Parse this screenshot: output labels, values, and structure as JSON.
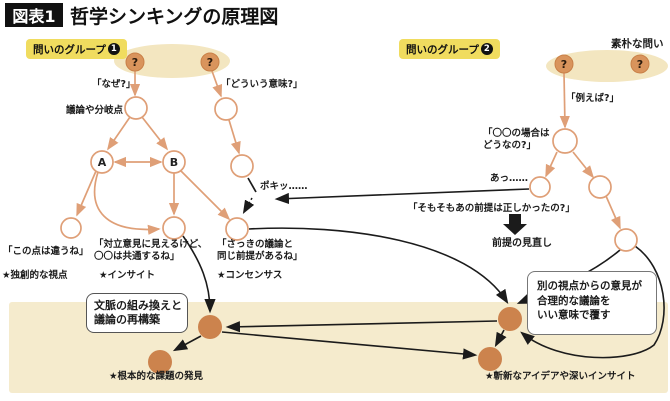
{
  "title": {
    "tag": "図表1",
    "text": "哲学シンキングの原理図"
  },
  "badges": {
    "group1_label": "問いのグループ",
    "group1_num": "1",
    "group2_label": "問いのグループ",
    "group2_num": "2",
    "naive_label": "素朴な問い"
  },
  "question_mark": "?",
  "nodes": {
    "a": "A",
    "b": "B"
  },
  "labels": {
    "why": "「なぜ?」",
    "branch_points": "議論や分岐点",
    "what_meaning": "「どういう意味?」",
    "this_differs": "「この点は違うね」",
    "star_original": "★独創的な視点",
    "opposing_1": "「対立意見に見えるけど、",
    "opposing_2": "〇〇は共通するね」",
    "star_insight": "★インサイト",
    "same_premise_1": "「さっきの議論と",
    "same_premise_2": "同じ前提があるね」",
    "star_consensus": "★コンセンサス",
    "snap": "ポキッ……",
    "for_example": "「例えば?」",
    "what_about_1": "「〇〇の場合は",
    "what_about_2": "どうなの?」",
    "ah": "あっ……",
    "premise_correct": "「そもそもあの前提は正しかったの?」",
    "premise_review": "前提の見直し",
    "star_fundamental": "★根本的な課題の発見",
    "star_novel": "★斬新なアイデアや深いインサイト"
  },
  "boxes": {
    "context_1": "文脈の組み換えと",
    "context_2": "議論の再構築",
    "overturn_1": "別の視点からの意見が",
    "overturn_2": "合理的な議論を",
    "overturn_3": "いい意味で覆す"
  },
  "colors": {
    "tree_orange": "#df9f77",
    "question_node_fill": "#d9945c",
    "result_node_fill": "#cc834d",
    "band_beige": "#f5ebcd",
    "ellipse_beige": "#f3e6c0",
    "badge_yellow": "#f0dc5f",
    "ink_black": "#1b1b1b"
  }
}
